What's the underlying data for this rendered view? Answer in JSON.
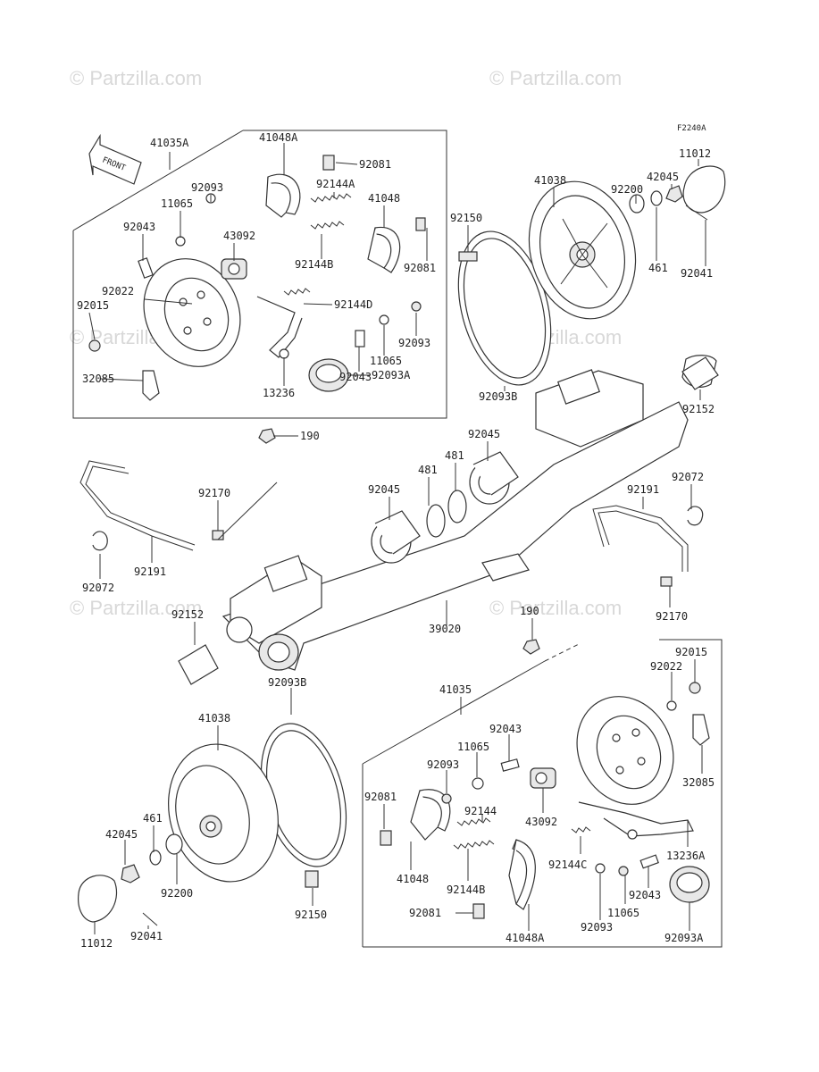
{
  "figure_code": "F2240A",
  "front_label": "FRONT",
  "watermarks": [
    "© Partzilla.com",
    "© Partzilla.com",
    "© Partzilla.com",
    "© Partzilla.com",
    "© Partzilla.com",
    "© Partzilla.com"
  ],
  "parts": [
    "41035A",
    "41048A",
    "92081",
    "92093",
    "11065",
    "92144A",
    "41048",
    "92043",
    "43092",
    "92022",
    "92015",
    "92144B",
    "92081",
    "92144D",
    "92093",
    "11065",
    "92043",
    "32085",
    "13236",
    "92093A",
    "190",
    "92150",
    "41038",
    "92200",
    "42045",
    "11012",
    "461",
    "92041",
    "92093B",
    "92152",
    "92045",
    "481",
    "481",
    "92045",
    "92072",
    "92191",
    "92170",
    "92170",
    "92191",
    "92072",
    "92152",
    "39020",
    "190",
    "92093B",
    "41035",
    "92015",
    "92022",
    "41038",
    "92043",
    "11065",
    "92093",
    "32085",
    "461",
    "42045",
    "92081",
    "92144",
    "43092",
    "92200",
    "41048",
    "92144B",
    "92144C",
    "13236A",
    "92150",
    "92043",
    "11012",
    "92041",
    "92081",
    "92093",
    "11065",
    "41048A",
    "92093A"
  ]
}
